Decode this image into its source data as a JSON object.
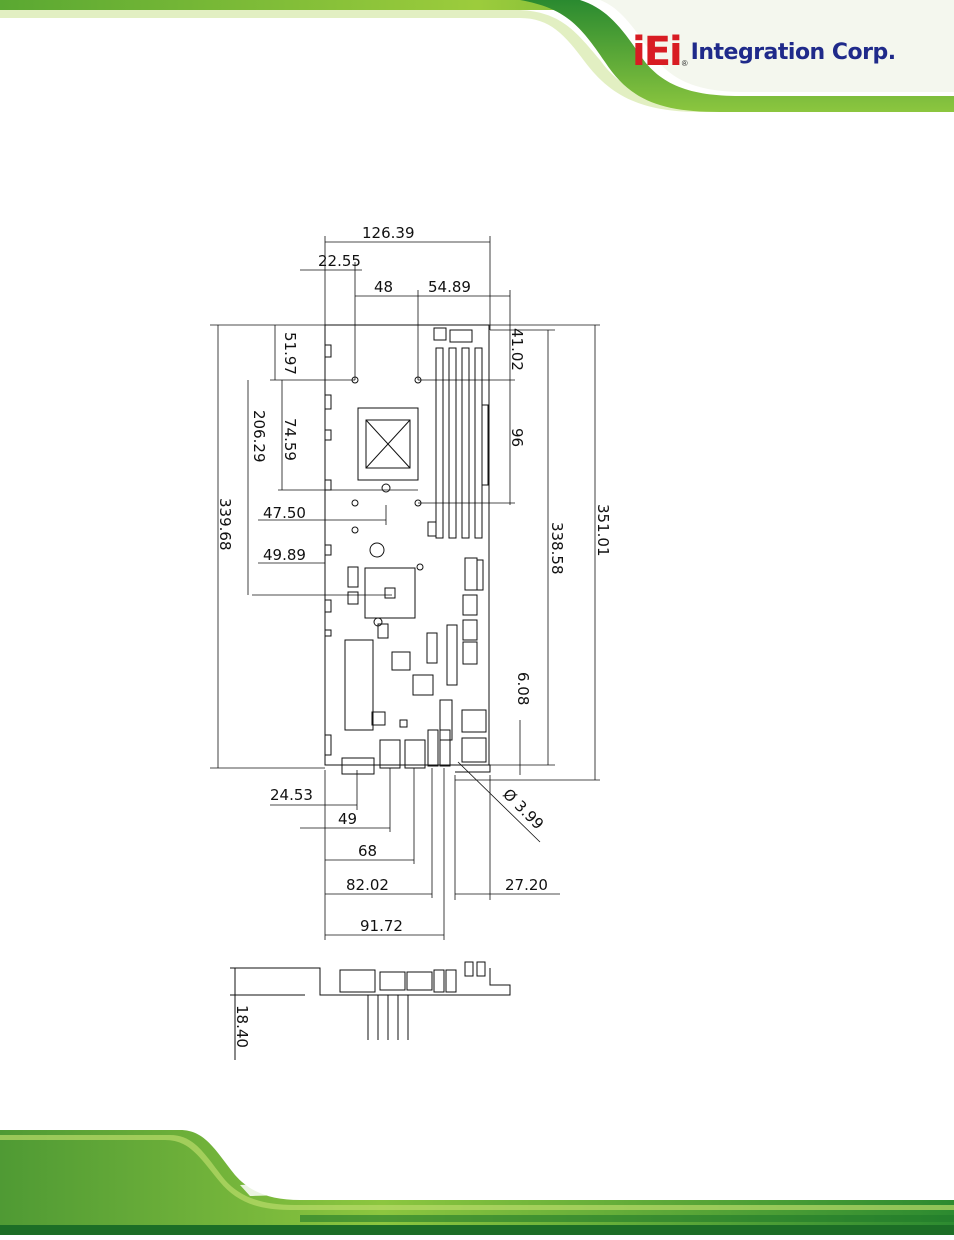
{
  "header": {
    "logo_mark": "iEi",
    "logo_registered": "®",
    "logo_text": "Integration Corp."
  },
  "drawing": {
    "width_overall": "126.39",
    "offset_left_hole": "22.55",
    "cpu_hole_spacing": "48",
    "right_offset": "54.89",
    "top_to_dimm_hole": "41.02",
    "cpu_top_offset": "51.97",
    "cpu_hole_height": "74.59",
    "hole_height_from_bottom": "206.29",
    "dimm_hole_spacing": "96",
    "cpu_center_x": "47.50",
    "chipset_center_x": "49.89",
    "board_height_left": "339.68",
    "board_height_right": "338.58",
    "overall_height": "351.01",
    "bottom_hole_height": "6.08",
    "hole_diameter": "Ø 3.99",
    "vga_offset": "24.53",
    "lan1_offset": "49",
    "lan2_offset": "68",
    "usb_offset": "82.02",
    "audio_offset": "91.72",
    "right_edge_offset": "27.20",
    "bracket_height": "18.40"
  },
  "colors": {
    "green_dark": "#1f7a2a",
    "green_light": "#9ccc3c",
    "logo_red": "#d81c23",
    "logo_blue": "#1f2a8a"
  }
}
